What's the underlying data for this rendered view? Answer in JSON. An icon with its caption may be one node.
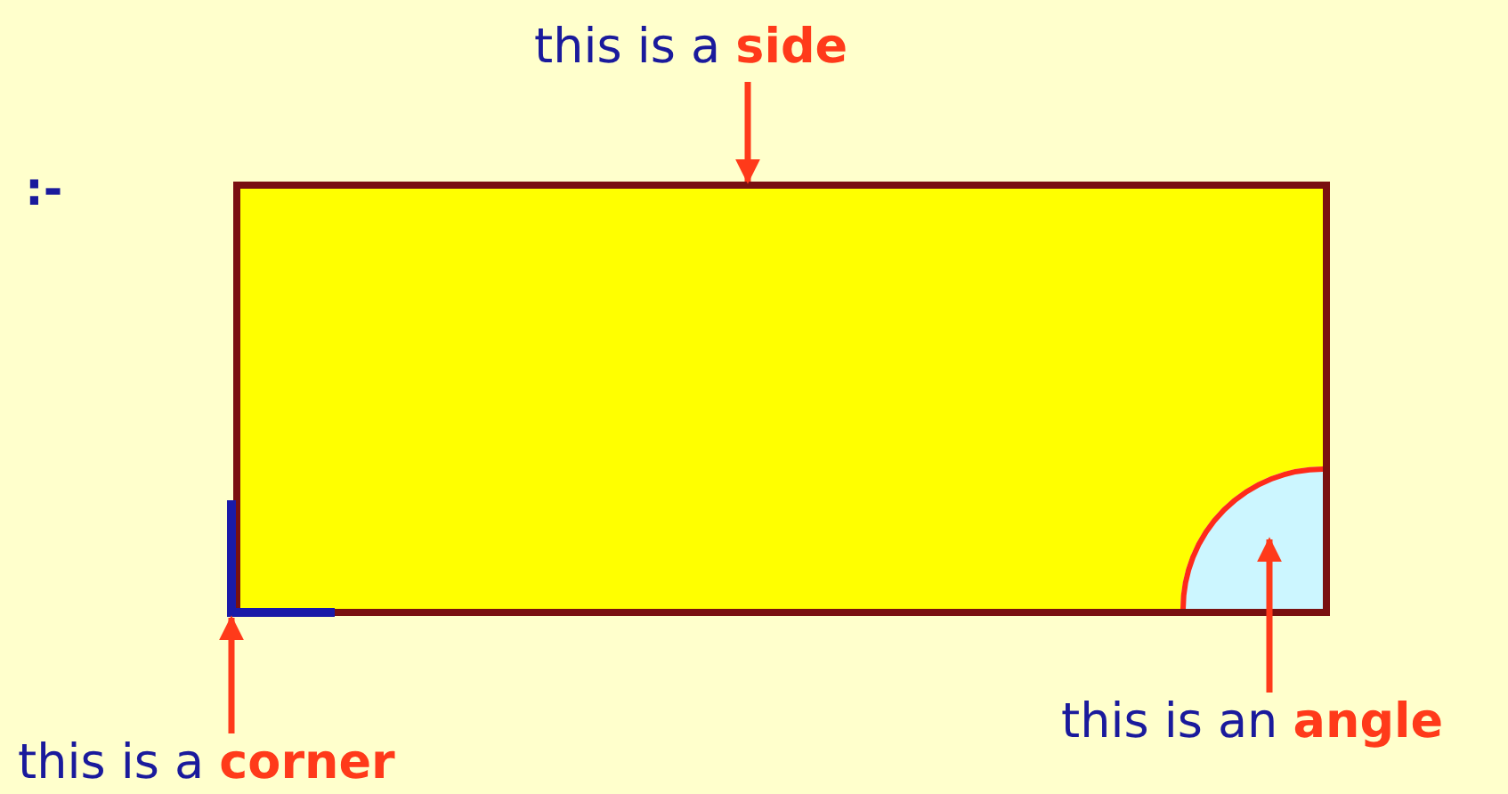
{
  "diagram": {
    "nodes": [
      {
        "text": [
          "this is a **side**"
        ]
      },
      {
        "text": [],
        "shape": "box"
      },
      {
        "text": [],
        "shape": "bar",
        "in": 1
      },
      {
        "text": [],
        "shape": "circle",
        "in": 1
      },
      {
        "text": [
          "this is a **corner**"
        ]
      },
      {
        "text": [
          "this is an **angle**"
        ]
      }
    ],
    "edges": [
      {
        "from": 0,
        "to": 1,
        "arrow": "to"
      },
      {
        "from": 4,
        "to": 2,
        "arrow": "to"
      },
      {
        "from": 5,
        "to": 3,
        "arrow": "to"
      }
    ],
    "labels": [
      ":-"
    ]
  }
}
